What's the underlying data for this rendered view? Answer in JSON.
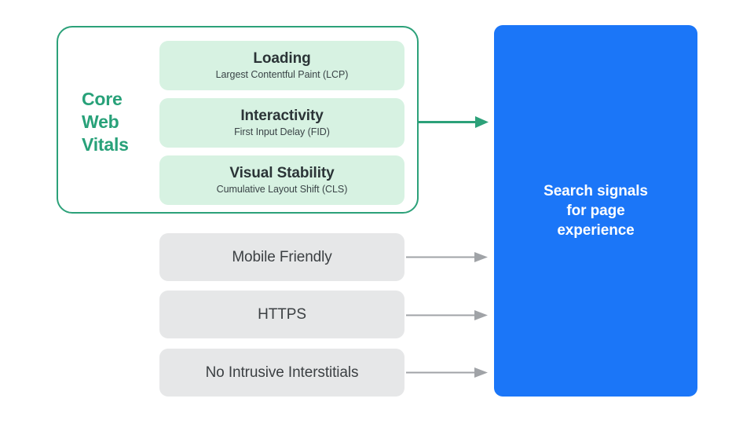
{
  "diagram": {
    "title": "Search signals for page experience",
    "colors": {
      "core_web_vitals_border": "#2CA179",
      "core_web_vitals_text": "#28A179",
      "vital_card_bg": "#D7F2E2",
      "signal_card_bg": "#E6E7E8",
      "destination_bg": "#1B76F8",
      "green_arrow": "#2CA179",
      "gray_arrow": "#A0A3A7",
      "body_text": "#3C4043"
    }
  },
  "core_web_vitals": {
    "label_lines": [
      "Core",
      "Web",
      "Vitals"
    ],
    "cards": [
      {
        "title": "Loading",
        "subtitle": "Largest Contentful Paint (LCP)"
      },
      {
        "title": "Interactivity",
        "subtitle": "First Input Delay (FID)"
      },
      {
        "title": "Visual Stability",
        "subtitle": "Cumulative Layout Shift (CLS)"
      }
    ]
  },
  "other_signals": [
    {
      "label": "Mobile Friendly"
    },
    {
      "label": "HTTPS"
    },
    {
      "label": "No Intrusive Interstitials"
    }
  ],
  "destination": {
    "lines": [
      "Search signals",
      "for page",
      "experience"
    ]
  },
  "arrows": [
    {
      "name": "core-web-vitals-arrow",
      "color": "#2CA179"
    },
    {
      "name": "mobile-friendly-arrow",
      "color": "#A0A3A7"
    },
    {
      "name": "https-arrow",
      "color": "#A0A3A7"
    },
    {
      "name": "no-intrusive-interstitials-arrow",
      "color": "#A0A3A7"
    }
  ]
}
